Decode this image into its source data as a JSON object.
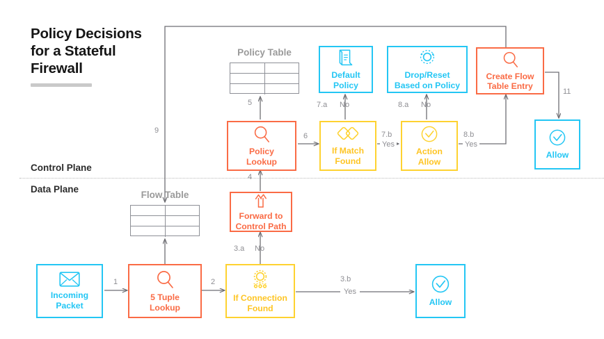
{
  "title": {
    "line1": "Policy Decisions",
    "line2": "for a Stateful",
    "line3": "Firewall"
  },
  "planes": {
    "control": "Control Plane",
    "data": "Data Plane"
  },
  "colors": {
    "cyan": "#23c6f4",
    "red": "#fa6b45",
    "yellow": "#fed230",
    "gray_line": "#6e6e73",
    "gray_text": "#8e8e93",
    "table_gray": "#8d8f96",
    "caption_gray": "#9a9a9a"
  },
  "tables": [
    {
      "name": "policy-table",
      "caption": "Policy Table",
      "rows": 3,
      "cols": 2
    },
    {
      "name": "flow-table",
      "caption": "Flow Table",
      "rows": 3,
      "cols": 2
    }
  ],
  "nodes": [
    {
      "id": "incoming-packet",
      "label": "Incoming\nPacket",
      "icon": "envelope-icon",
      "color": "cyan",
      "plane": "data"
    },
    {
      "id": "5-tuple-lookup",
      "label": "5 Tuple\nLookup",
      "icon": "magnifier-icon",
      "color": "red",
      "plane": "data"
    },
    {
      "id": "if-connection-found",
      "label": "If Connection\nFound",
      "icon": "gear-dots-icon",
      "color": "yellow",
      "plane": "data"
    },
    {
      "id": "allow-data",
      "label": "Allow",
      "icon": "check-circle-icon",
      "color": "cyan",
      "plane": "data"
    },
    {
      "id": "forward-to-control-path",
      "label": "Forward to\nControl Path",
      "icon": "fork-arrow-icon",
      "color": "red",
      "plane": "data"
    },
    {
      "id": "policy-lookup",
      "label": "Policy\nLookup",
      "icon": "magnifier-icon",
      "color": "red",
      "plane": "control"
    },
    {
      "id": "if-match-found",
      "label": "If Match\nFound",
      "icon": "diamonds-icon",
      "color": "yellow",
      "plane": "control"
    },
    {
      "id": "action-allow",
      "label": "Action\nAllow",
      "icon": "check-circle-icon",
      "color": "yellow",
      "plane": "control"
    },
    {
      "id": "default-policy",
      "label": "Default\nPolicy",
      "icon": "document-icon",
      "color": "cyan",
      "plane": "control"
    },
    {
      "id": "drop-reset-policy",
      "label": "Drop/Reset\nBased on Policy",
      "icon": "dashed-orbit-icon",
      "color": "cyan",
      "plane": "control"
    },
    {
      "id": "create-flow-table-entry",
      "label": "Create Flow\nTable Entry",
      "icon": "magnifier-icon",
      "color": "red",
      "plane": "control"
    },
    {
      "id": "allow-control",
      "label": "Allow",
      "icon": "check-circle-icon",
      "color": "cyan",
      "plane": "control"
    }
  ],
  "connectors": [
    {
      "id": "c1",
      "step": "1",
      "verdict": "",
      "from": "incoming-packet",
      "to": "5-tuple-lookup"
    },
    {
      "id": "c2",
      "step": "2",
      "verdict": "",
      "from": "5-tuple-lookup",
      "to": "if-connection-found"
    },
    {
      "id": "c3a",
      "step": "3.a",
      "verdict": "No",
      "from": "if-connection-found",
      "to": "forward-to-control-path"
    },
    {
      "id": "c3b",
      "step": "3.b",
      "verdict": "Yes",
      "from": "if-connection-found",
      "to": "allow-data"
    },
    {
      "id": "c4",
      "step": "4",
      "verdict": "",
      "from": "forward-to-control-path",
      "to": "policy-lookup"
    },
    {
      "id": "c5",
      "step": "5",
      "verdict": "",
      "from": "policy-lookup",
      "to": "policy-table"
    },
    {
      "id": "c6",
      "step": "6",
      "verdict": "",
      "from": "policy-lookup",
      "to": "if-match-found"
    },
    {
      "id": "c7a",
      "step": "7.a",
      "verdict": "No",
      "from": "if-match-found",
      "to": "default-policy"
    },
    {
      "id": "c7b",
      "step": "7.b",
      "verdict": "Yes",
      "from": "if-match-found",
      "to": "action-allow"
    },
    {
      "id": "c8a",
      "step": "8.a",
      "verdict": "No",
      "from": "action-allow",
      "to": "drop-reset-policy"
    },
    {
      "id": "c8b",
      "step": "8.b",
      "verdict": "Yes",
      "from": "action-allow",
      "to": "create-flow-table-entry"
    },
    {
      "id": "c9",
      "step": "9",
      "verdict": "",
      "from": "create-flow-table-entry",
      "to": "flow-table"
    },
    {
      "id": "c11",
      "step": "11",
      "verdict": "",
      "from": "create-flow-table-entry",
      "to": "allow-control"
    },
    {
      "id": "c10",
      "step": "",
      "verdict": "",
      "from": "5-tuple-lookup",
      "to": "flow-table"
    }
  ]
}
